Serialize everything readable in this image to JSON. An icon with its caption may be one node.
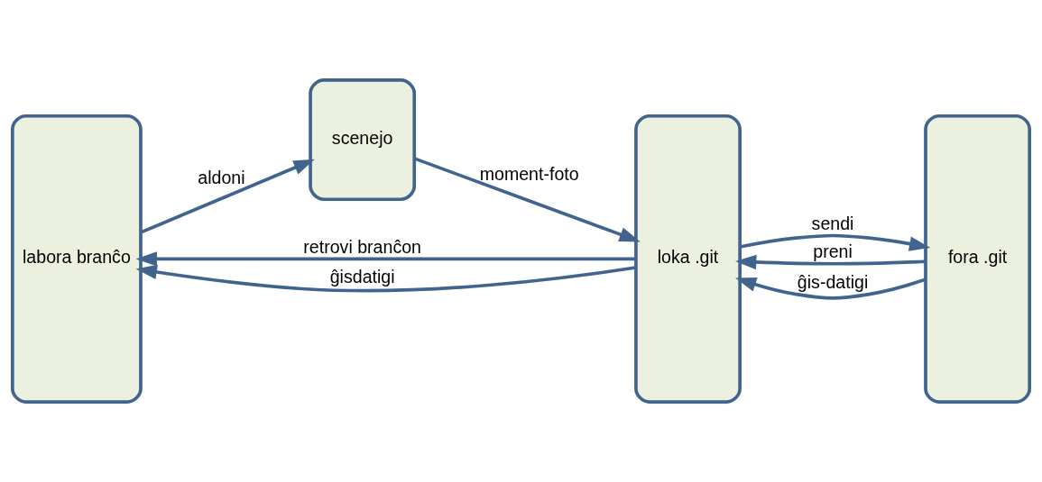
{
  "diagram": {
    "nodes": [
      {
        "text": [
          "labora branĉo"
        ]
      },
      {
        "text": [
          "scenejo"
        ]
      },
      {
        "text": [
          "loka .git"
        ]
      },
      {
        "text": [
          "fora .git"
        ]
      }
    ],
    "edges": [
      {
        "from": 2,
        "to": 0,
        "arrow": "to",
        "label": "retrovi branĉon"
      },
      {
        "from": 3,
        "to": 2,
        "arrow": "to",
        "label": "preni"
      },
      {
        "from": 0,
        "to": 1,
        "arrow": "to",
        "label": "aldoni"
      },
      {
        "from": 1,
        "to": 2,
        "arrow": "to",
        "label": "moment-foto"
      },
      {
        "from": 2,
        "to": 3,
        "arrow": "to",
        "label": "sendi"
      },
      {
        "from": 2,
        "to": 0,
        "arrow": "to",
        "label": "ĝisdatigi"
      },
      {
        "from": 3,
        "to": 2,
        "arrow": "to",
        "label": "ĝis-datigi"
      }
    ]
  }
}
